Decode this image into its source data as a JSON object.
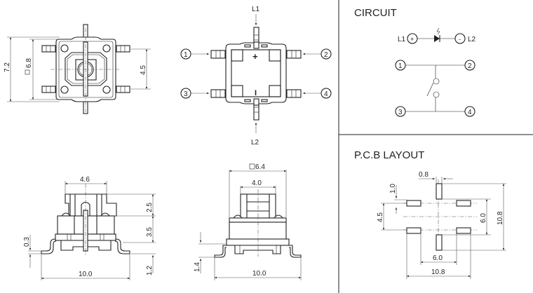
{
  "panels": {
    "circuit": {
      "title": "CIRCUIT",
      "led": {
        "anode_label": "L1",
        "anode_sign": "+",
        "cathode_label": "L2",
        "cathode_sign": "-"
      },
      "terminals": [
        "1",
        "2",
        "3",
        "4"
      ]
    },
    "pcb_layout": {
      "title": "P.C.B LAYOUT",
      "dims": {
        "pad_width": "0.8",
        "pad_height": "1.0",
        "pitch_short": "4.5",
        "inner_vertical": "6.0",
        "outer_vertical": "10.8",
        "inner_horizontal": "6.0",
        "outer_horizontal": "10.8"
      }
    },
    "top_view": {
      "dims": {
        "height": "7.2",
        "body": "6.8",
        "pin_pitch": "4.5"
      }
    },
    "pin_view": {
      "lead_top": "L1",
      "lead_bottom": "L2",
      "pins": [
        "1",
        "2",
        "3",
        "4"
      ],
      "polarity_plus": "+",
      "polarity_minus": "I"
    },
    "front_view": {
      "dims": {
        "actuator_width": "4.6",
        "actuator_height": "2.5",
        "body_height": "3.5",
        "standoff": "0.3",
        "lead_height": "1.2",
        "overall_width": "10.0"
      }
    },
    "side_view": {
      "dims": {
        "body_square": "6.4",
        "actuator_width": "4.0",
        "lead_height": "1.4",
        "overall_width": "10.0"
      }
    }
  }
}
